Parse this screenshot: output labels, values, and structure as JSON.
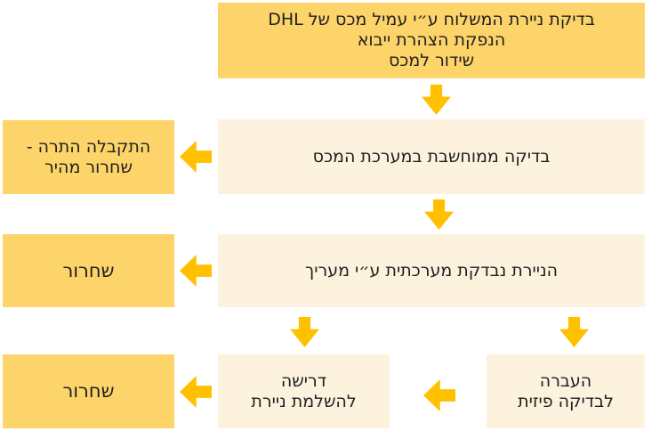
{
  "diagram": {
    "type": "flowchart",
    "language": "hebrew",
    "direction": "rtl",
    "colors": {
      "node_yellow": "#FCD46A",
      "node_cream": "#FDF2DD",
      "arrow": "#FFC000",
      "text": "#1F1F1F",
      "background": "#FFFFFF"
    },
    "nodes": {
      "top": {
        "lines": {
          "0": "בדיקת ניירת המשלוח ע״י עמיל מכס של DHL",
          "1": "הנפקת הצהרת ייבוא",
          "2": "שידור למכס"
        }
      },
      "row2_main": {
        "label": "בדיקה ממוחשבת במערכת המכס"
      },
      "row2_side": {
        "lines": {
          "0": "התקבלה התרה -",
          "1": "שחרור מהיר"
        }
      },
      "row3_main": {
        "label": "הניירת נבדקת מערכתית ע״י מעריך"
      },
      "row3_side": {
        "label": "שחרור"
      },
      "row4_right": {
        "lines": {
          "0": "העברה",
          "1": "לבדיקה פיזית"
        }
      },
      "row4_mid": {
        "lines": {
          "0": "דרישה",
          "1": "להשלמת ניירת"
        }
      },
      "row4_left": {
        "label": "שחרור"
      }
    }
  }
}
